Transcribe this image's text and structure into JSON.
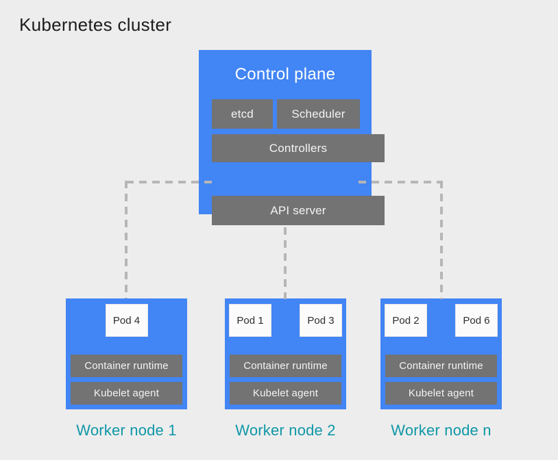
{
  "page": {
    "title": "Kubernetes cluster"
  },
  "control_plane": {
    "title": "Control plane",
    "components": {
      "etcd": "etcd",
      "scheduler": "Scheduler",
      "controllers": "Controllers",
      "api_server": "API server"
    }
  },
  "worker_nodes": [
    {
      "label": "Worker node 1",
      "pods": [
        "Pod 4"
      ],
      "container_runtime": "Container runtime",
      "kubelet": "Kubelet agent"
    },
    {
      "label": "Worker node 2",
      "pods": [
        "Pod 1",
        "Pod 3"
      ],
      "container_runtime": "Container runtime",
      "kubelet": "Kubelet agent"
    },
    {
      "label": "Worker node n",
      "pods": [
        "Pod 2",
        "Pod 6"
      ],
      "container_runtime": "Container runtime",
      "kubelet": "Kubelet agent"
    }
  ],
  "colors": {
    "background": "#ededed",
    "node_fill": "#4285f4",
    "component_fill": "#737373",
    "pod_fill": "#fbfbfb",
    "connector": "#b6b6b6",
    "worker_label": "#0f97a7",
    "title_text": "#1d1d1d"
  }
}
